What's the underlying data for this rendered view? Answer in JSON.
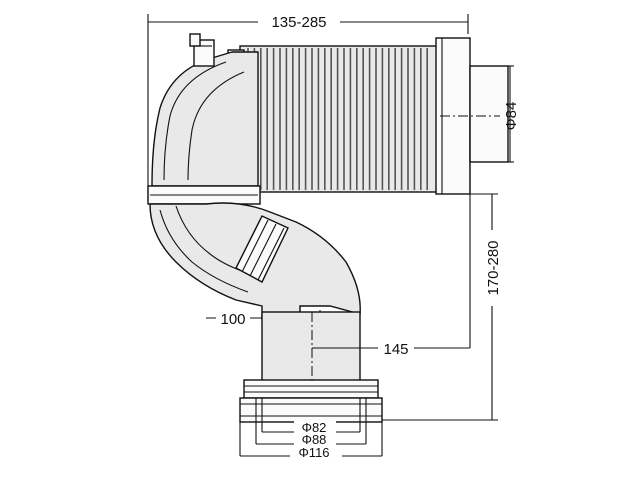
{
  "dimensions": {
    "overall_length": "135-285",
    "outlet_diameter": "Φ84",
    "height": "170-280",
    "offset_100": "100",
    "offset_145": "145",
    "inner_diameter": "Φ82",
    "mid_diameter": "Φ88",
    "outer_diameter": "Φ116"
  },
  "colors": {
    "line": "#111111",
    "fill": "#e9e9e9",
    "rib": "#555555",
    "background": "#ffffff"
  }
}
